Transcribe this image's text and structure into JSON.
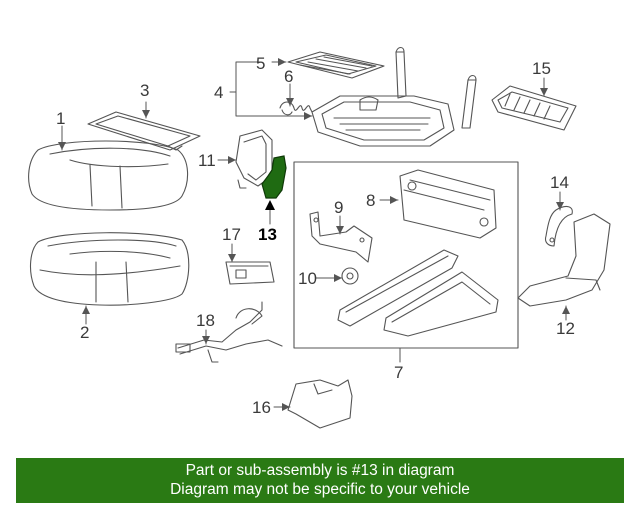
{
  "diagram": {
    "callouts": [
      "1",
      "2",
      "3",
      "4",
      "5",
      "6",
      "7",
      "8",
      "9",
      "10",
      "11",
      "12",
      "13",
      "14",
      "15",
      "16",
      "17",
      "18"
    ],
    "highlight_callout": "13",
    "highlight_color": "#1f6b12",
    "line_color": "#555555"
  },
  "footer": {
    "line1": "Part or sub-assembly is #13 in diagram",
    "line2": "Diagram may not be specific to your vehicle",
    "background": "#2a7a14"
  }
}
